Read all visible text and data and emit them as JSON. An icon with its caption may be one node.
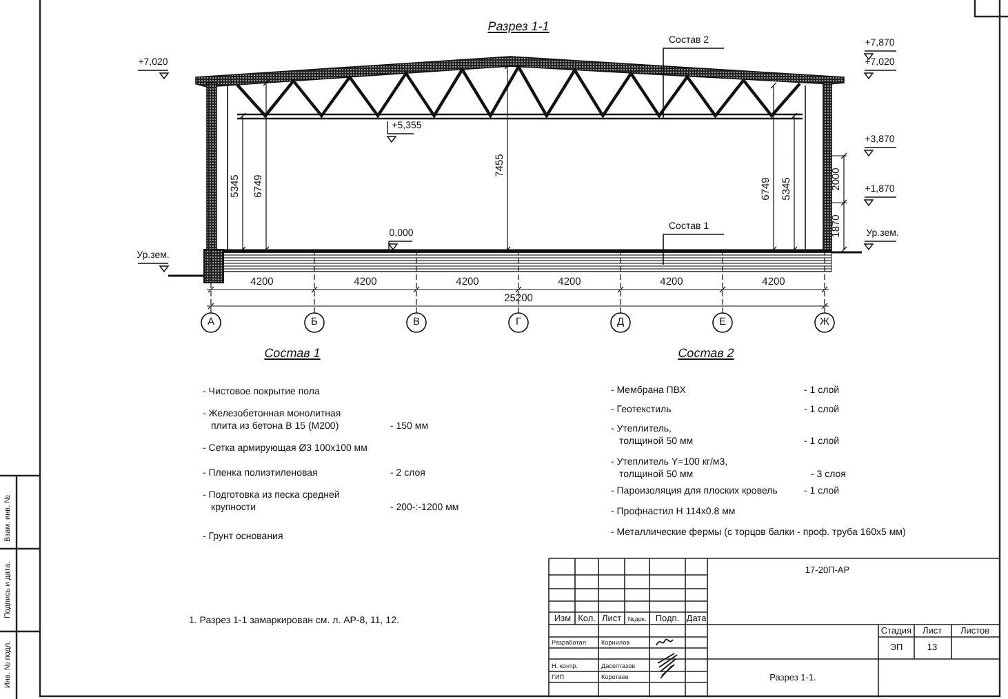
{
  "diagram": {
    "title": "Разрез 1-1",
    "nodes": [
      {
        "text": [
          "Состав 2"
        ]
      },
      {
        "text": [
          "Состав 1"
        ]
      }
    ],
    "edges": [
      {
        "from": 0,
        "to": null,
        "arrow": "none"
      },
      {
        "from": 1,
        "to": null,
        "arrow": "none"
      }
    ],
    "labels": [
      "+7,020",
      "+7,870",
      "+7,020",
      "+5,355",
      "+3,870",
      "+1,870",
      "5345",
      "6749",
      "7455",
      "6749",
      "5345",
      "2000",
      "0,000",
      "1870",
      "Ур.зем.",
      "Ур.зем.",
      "4200",
      "4200",
      "4200",
      "4200",
      "4200",
      "4200",
      "25200",
      "А",
      "Б",
      "В",
      "Г",
      "Д",
      "Е",
      "Ж",
      "Состав 1",
      "Состав 2",
      "- Чистовое покрытие пола",
      "- Железобетонная монолитная плита из бетона В 15 (М200)",
      "- 150 мм",
      "- Сетка армирующая Ø3 100х100 мм",
      "- Пленка полиэтиленовая",
      "- 2 слоя",
      "- Подготовка из песка средней крупности",
      "- 200-:-1200 мм",
      "- Грунт основания",
      "- Мембрана ПВХ",
      "- 1 слой",
      "- Геотекстиль",
      "- 1 слой",
      "- Утеплитель, толщиной 50 мм",
      "- 1 слой",
      "- Утеплитель Y=100 кг/м3, толщиной 50 мм",
      "- 3 слоя",
      "- Пароизоляция для плоских кровель",
      "- 1 слой",
      "- Профнастил Н 114х0.8 мм",
      "- Металлические фермы (с торцов балки - проф. труба 160х5 мм)",
      "Взам. инв. №",
      "Подпись и дата.",
      "Инв. № подл.",
      "1. Разрез 1-1 замаркирован см. л. АР-8, 11, 12.",
      "17-20П-АР",
      "Изм",
      "Кол.",
      "Лист",
      "№док.",
      "Подп.",
      "Дата",
      "Стадия",
      "Лист",
      "Листов",
      "Разработал",
      "Корнилов",
      "ЭП",
      "13",
      "Н. контр.",
      "Дасептазов",
      "ГИП",
      "Коротаев",
      "Разрез 1-1."
    ]
  }
}
